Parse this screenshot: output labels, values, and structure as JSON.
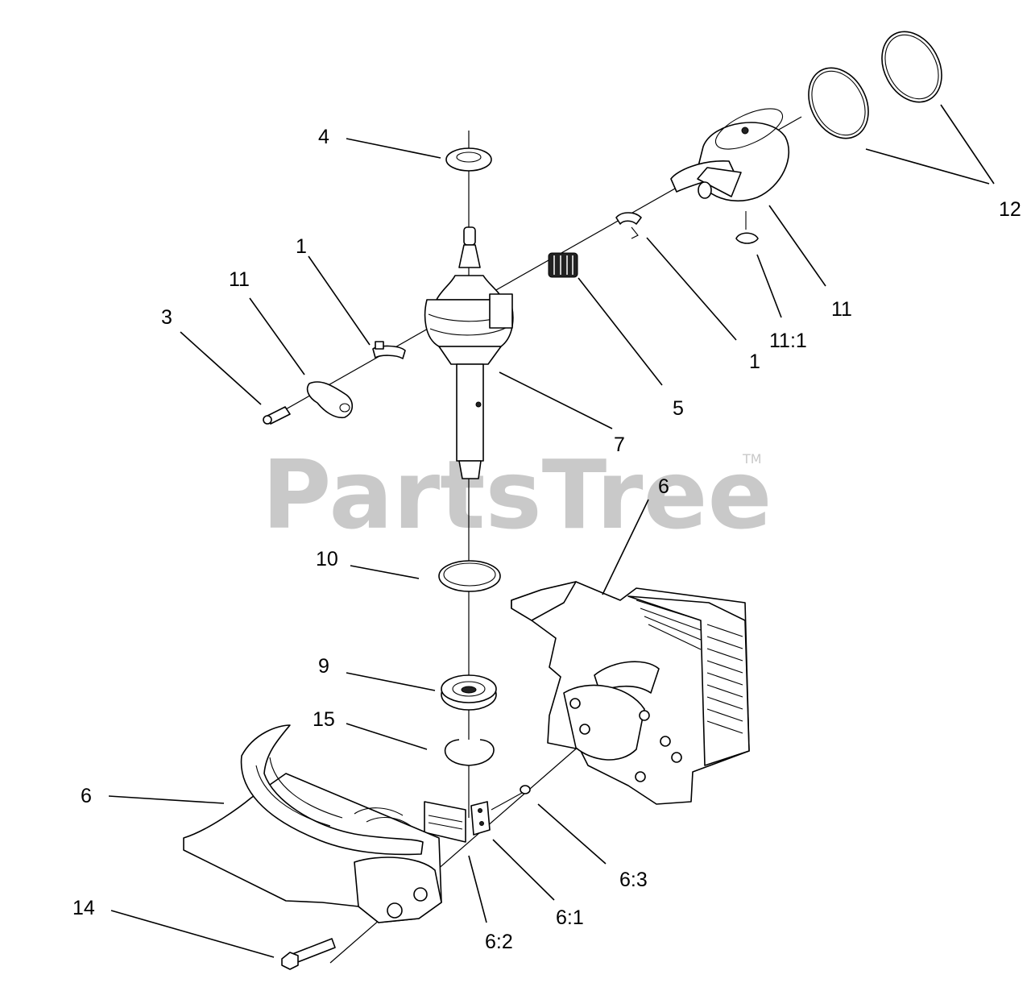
{
  "watermark": {
    "text": "PartsTree",
    "trademark": "TM"
  },
  "callouts": {
    "c4": "4",
    "c1_left": "1",
    "c11_left": "11",
    "c3": "3",
    "c7": "7",
    "c5": "5",
    "c1_right": "1",
    "c11_1": "11:1",
    "c11_right": "11",
    "c12": "12",
    "c6_top": "6",
    "c10": "10",
    "c9": "9",
    "c15": "15",
    "c6_left": "6",
    "c14": "14",
    "c6_2": "6:2",
    "c6_1": "6:1",
    "c6_3": "6:3"
  }
}
